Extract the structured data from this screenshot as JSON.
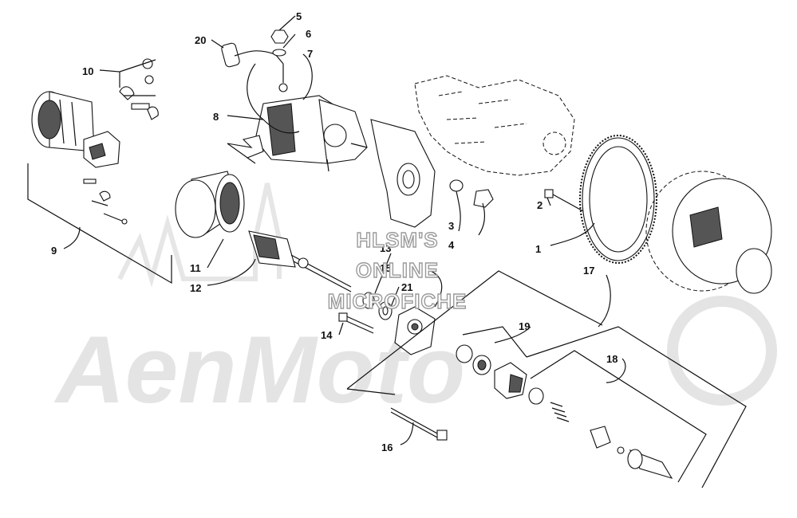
{
  "watermark": {
    "brand": "AenMoto",
    "line1": "HLSM'S",
    "line2": "ONLINE",
    "line3": "MICROFICHE"
  },
  "callouts": [
    {
      "id": "1",
      "label": "1"
    },
    {
      "id": "2",
      "label": "2"
    },
    {
      "id": "3",
      "label": "3"
    },
    {
      "id": "4",
      "label": "4"
    },
    {
      "id": "5",
      "label": "5"
    },
    {
      "id": "6",
      "label": "6"
    },
    {
      "id": "7",
      "label": "7"
    },
    {
      "id": "8",
      "label": "8"
    },
    {
      "id": "9",
      "label": "9"
    },
    {
      "id": "10",
      "label": "10"
    },
    {
      "id": "11",
      "label": "11"
    },
    {
      "id": "12",
      "label": "12"
    },
    {
      "id": "13",
      "label": "13"
    },
    {
      "id": "14",
      "label": "14"
    },
    {
      "id": "15",
      "label": "15"
    },
    {
      "id": "16",
      "label": "16"
    },
    {
      "id": "17",
      "label": "17"
    },
    {
      "id": "18",
      "label": "18"
    },
    {
      "id": "19",
      "label": "19"
    },
    {
      "id": "20",
      "label": "20"
    },
    {
      "id": "21",
      "label": "21"
    }
  ],
  "colors": {
    "ink": "#111111",
    "watermark": "#e4e4e4",
    "background": "#ffffff"
  }
}
